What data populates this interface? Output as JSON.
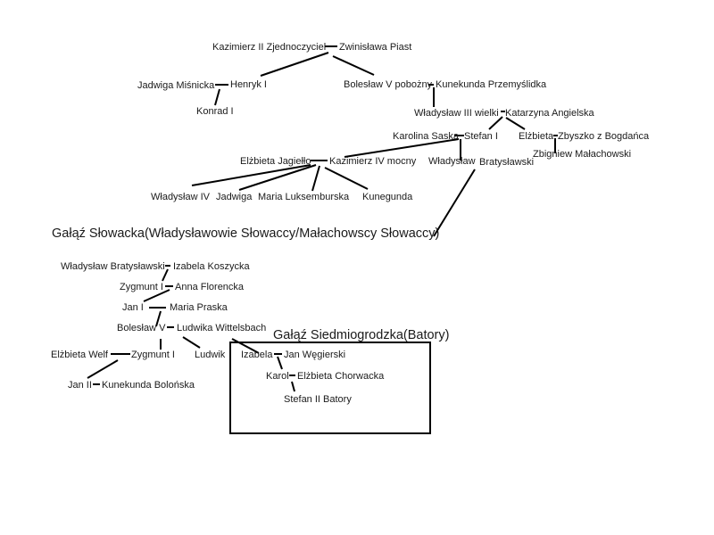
{
  "diagram": {
    "type": "family-tree",
    "headings": {
      "slovak_branch": "Gałąź Słowacka(Władysławowie Słowaccy/Małachowscy Słowaccy)",
      "transylvanian_branch": "Gałąź Siedmiogrodzka(Batory)"
    },
    "people": {
      "kazimierz_ii": "Kazimierz II Zjednoczyciel",
      "zwinislawa": "Zwinisława Piast",
      "jadwiga_misnicka": "Jadwiga Miśnicka",
      "henryk_i": "Henryk I",
      "konrad_i": "Konrad I",
      "boleslaw_v_pobozny": "Bolesław V pobożny",
      "kunekunda_przemyslidka": "Kunekunda Przemyślidka",
      "wladyslaw_iii": "Władysław III wielki",
      "katarzyna_angielska": "Katarzyna Angielska",
      "karolina_saska": "Karolina Saska",
      "stefan_i": "Stefan I",
      "elzbieta": "Elżbieta",
      "zbyszko": "Zbyszko z Bogdańca",
      "zbigniew_malachowski": "Zbigniew Małachowski",
      "elzbieta_jagiello": "Elżbieta Jagiełło",
      "kazimierz_iv": "Kazimierz IV mocny",
      "wladyslaw": "Władysław",
      "bratyslawski": "Bratysławski",
      "wladyslaw_iv": "Władysław IV",
      "jadwiga": "Jadwiga",
      "maria_luksemburska": "Maria Luksemburska",
      "kunegunda": "Kunegunda",
      "wladyslaw_bratyslawski": "Władysław Bratysławski",
      "izabela_koszycka": "Izabela Koszycka",
      "zygmunt_i_a": "Zygmunt I",
      "anna_florencka": "Anna Florencka",
      "jan_i": "Jan I",
      "maria_praska": "Maria Praska",
      "boleslaw_v": "Bolesław V",
      "ludwika_wittelsbach": "Ludwika Wittelsbach",
      "elzbieta_welf": "Elżbieta Welf",
      "zygmunt_i_b": "Zygmunt I",
      "ludwik": "Ludwik",
      "izabela": "Izabela",
      "jan_wegierski": "Jan Węgierski",
      "karol": "Karol",
      "elzbieta_chorwacka": "Elżbieta Chorwacka",
      "stefan_ii_batory": "Stefan II Batory",
      "jan_ii": "Jan II",
      "kunekunda_bolonska": "Kunekunda Bolońska"
    }
  }
}
